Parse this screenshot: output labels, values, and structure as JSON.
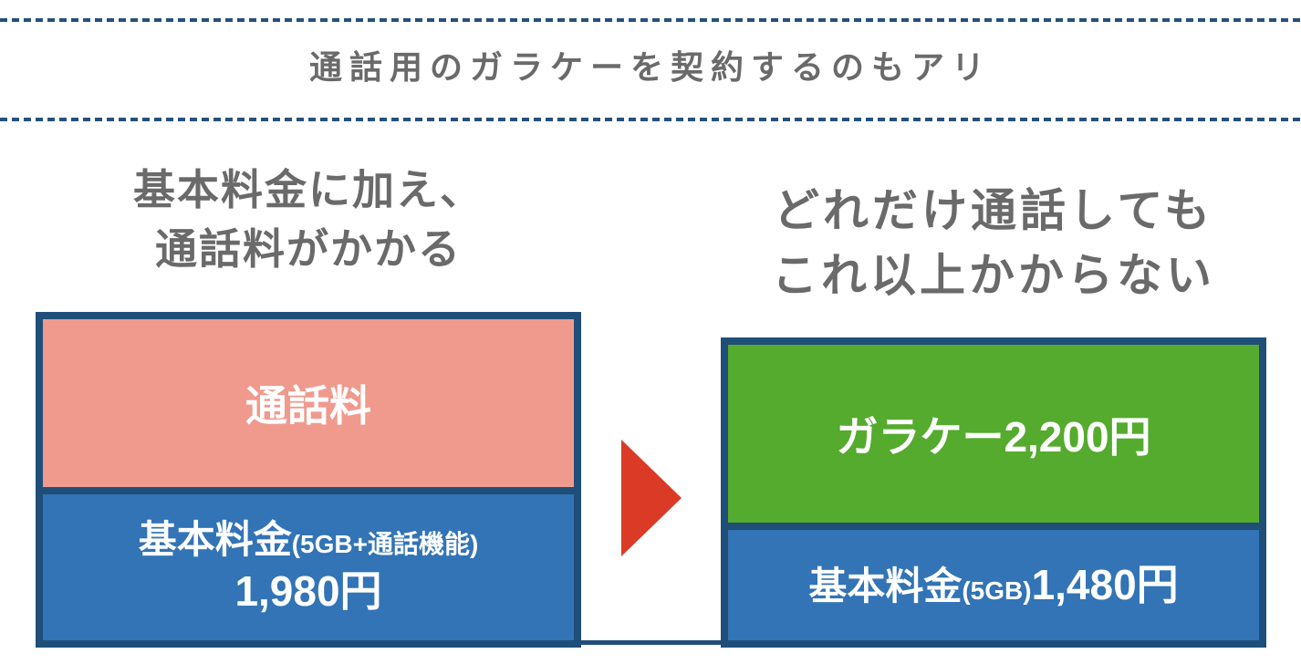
{
  "title": {
    "text": "通話用のガラケーを契約するのもアリ"
  },
  "left_panel": {
    "heading_line1": "基本料金に加え、",
    "heading_line2": "通話料がかかる",
    "box": {
      "top_label": "通話料",
      "bottom_label_main": "基本料金",
      "bottom_label_sub": "(5GB+通話機能)",
      "bottom_price": "1,980円"
    }
  },
  "right_panel": {
    "heading_line1": "どれだけ通話しても",
    "heading_line2": "これ以上かからない",
    "box": {
      "top_label": "ガラケー2,200円",
      "bottom_label_main": "基本料金",
      "bottom_label_sub": "(5GB)",
      "bottom_price": "1,480円"
    }
  },
  "arrow": {
    "direction": "right"
  },
  "colors": {
    "border_navy": "#1F4E79",
    "blue_fill": "#3274B5",
    "salmon_fill": "#F09A8E",
    "green_fill": "#54AB2D",
    "arrow_red": "#DA3A26",
    "heading_gray": "#6A6A6A",
    "dotted_rule": "#25517C",
    "box_text": "#FFFFFF"
  }
}
